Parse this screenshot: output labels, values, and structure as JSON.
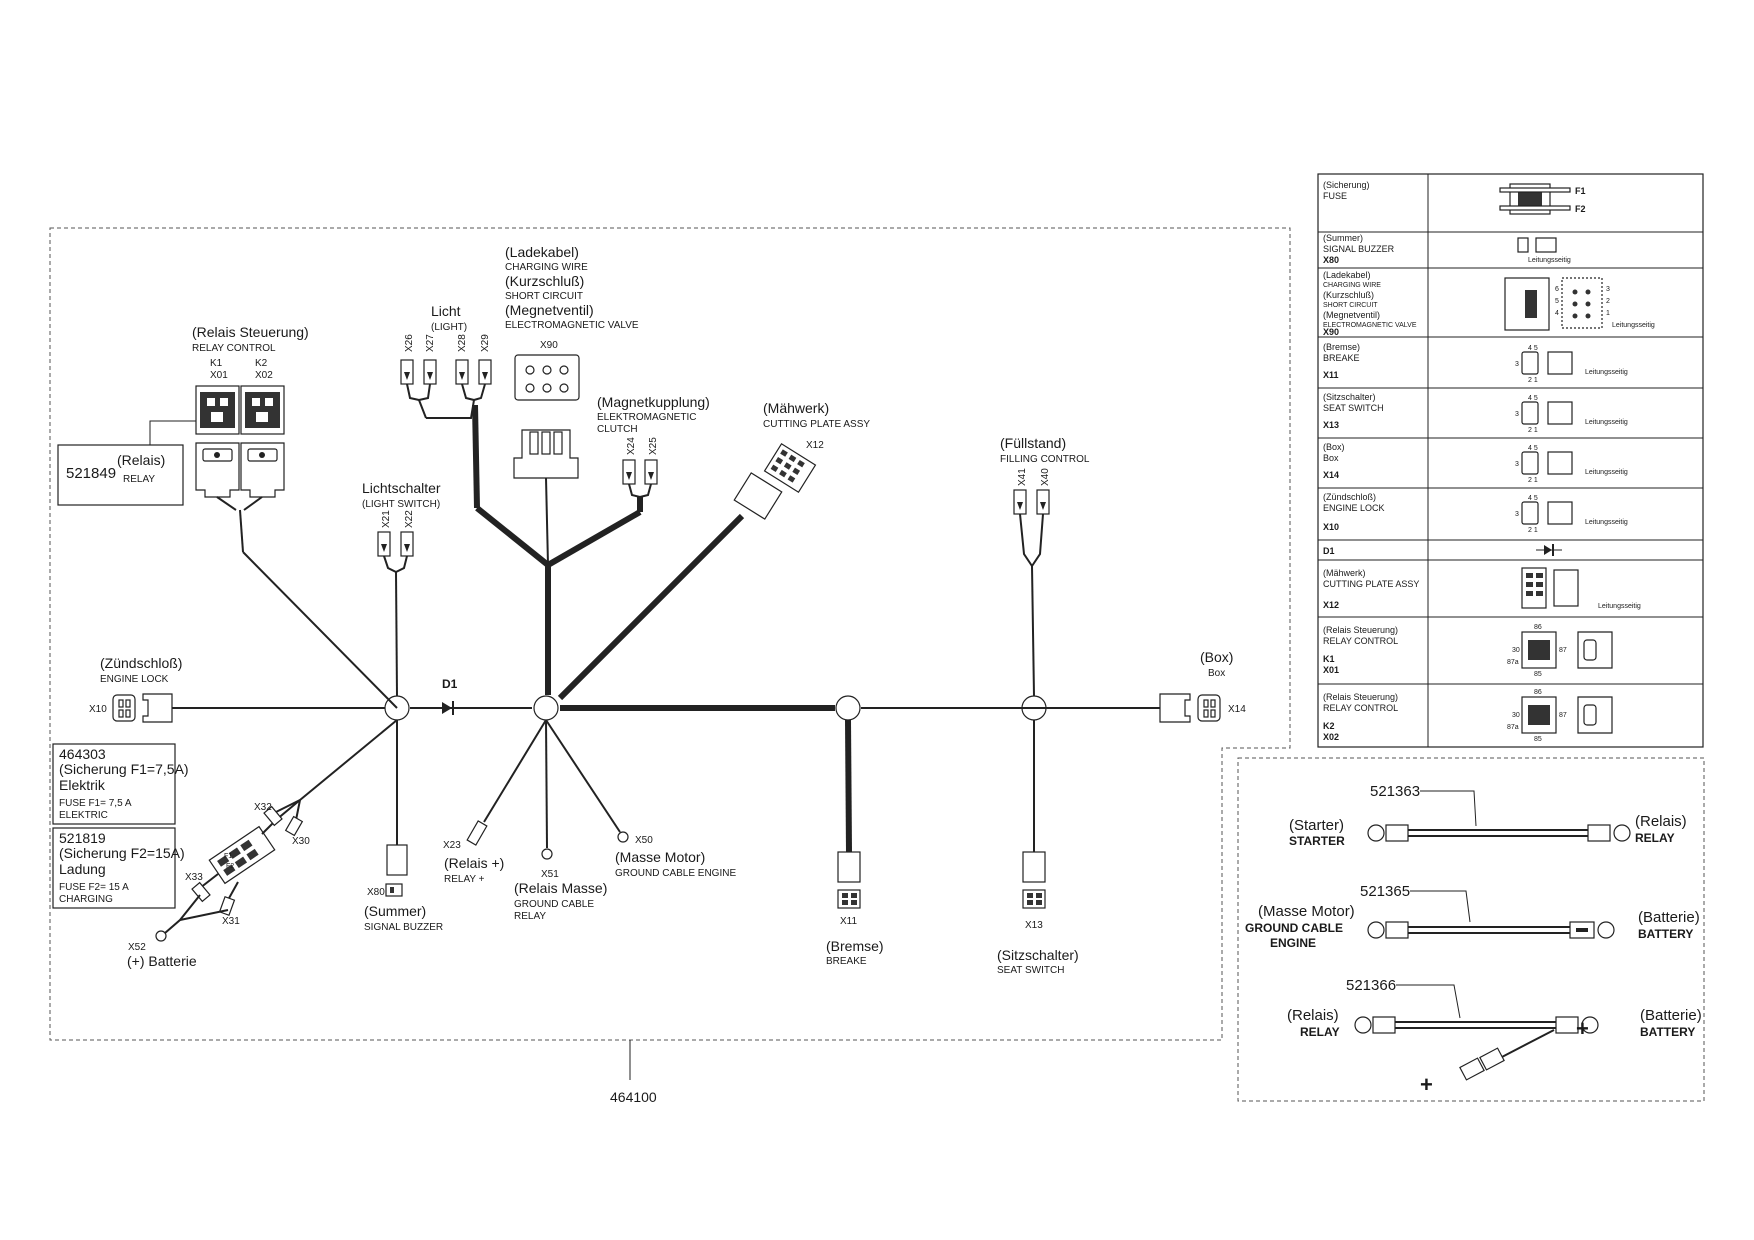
{
  "legend": [
    {
      "de": "(Sicherung)",
      "en": "FUSE",
      "code": "",
      "pins": [
        "F1",
        "F2"
      ]
    },
    {
      "de": "(Summer)",
      "en": "SIGNAL BUZZER",
      "code": "X80",
      "note": "Leitungsseitig"
    },
    {
      "de": "(Ladekabel)",
      "en": "CHARGING WIRE",
      "de2": "(Kurzschluß)",
      "en2": "SHORT CIRCUIT",
      "de3": "(Megnetventil)",
      "en3": "ELECTROMAGNETIC VALVE",
      "code": "X90",
      "note": "Leitungsseitig",
      "pins": [
        "6",
        "5",
        "4",
        "3",
        "2",
        "1"
      ]
    },
    {
      "de": "(Bremse)",
      "en": "BREAKE",
      "code": "X11",
      "note": "Leitungsseitig",
      "pins": [
        "4 5",
        "3",
        "2 1"
      ]
    },
    {
      "de": "(Sitzschalter)",
      "en": "SEAT SWITCH",
      "code": "X13",
      "note": "Leitungsseitig",
      "pins": [
        "4 5",
        "3",
        "2 1"
      ]
    },
    {
      "de": "(Box)",
      "en": "Box",
      "code": "X14",
      "note": "Leitungsseitig",
      "pins": [
        "4 5",
        "3",
        "2 1"
      ]
    },
    {
      "de": "(Zündschloß)",
      "en": "ENGINE LOCK",
      "code": "X10",
      "note": "Leitungsseitig",
      "pins": [
        "4 5",
        "3",
        "2 1"
      ]
    },
    {
      "de": "",
      "en": "",
      "code": "D1"
    },
    {
      "de": "(Mähwerk)",
      "en": "CUTTING PLATE ASSY",
      "code": "X12",
      "note": "Leitungsseitig"
    },
    {
      "de": "(Relais Steuerung)",
      "en": "RELAY CONTROL",
      "code": "K1",
      "code2": "X01",
      "pins": [
        "86",
        "30",
        "87",
        "87a",
        "85"
      ]
    },
    {
      "de": "(Relais Steuerung)",
      "en": "RELAY CONTROL",
      "code": "K2",
      "code2": "X02",
      "pins": [
        "86",
        "30",
        "87",
        "87a",
        "85"
      ]
    }
  ],
  "harness": {
    "part": "464100",
    "relay_control": {
      "de": "(Relais Steuerung)",
      "en": "RELAY CONTROL",
      "k1": "K1",
      "x01": "X01",
      "k2": "K2",
      "x02": "X02"
    },
    "relay_box": {
      "part": "521849",
      "de": "(Relais)",
      "en": "RELAY"
    },
    "light": {
      "de": "Licht",
      "en": "(LIGHT)",
      "x26": "X26",
      "x27": "X27",
      "x28": "X28",
      "x29": "X29"
    },
    "charging": {
      "de1": "(Ladekabel)",
      "en1": "CHARGING WIRE",
      "de2": "(Kurzschluß)",
      "en2": "SHORT CIRCUIT",
      "de3": "(Megnetventil)",
      "en3": "ELECTROMAGNETIC VALVE",
      "code": "X90"
    },
    "magnet_clutch": {
      "de": "(Magnetkupplung)",
      "en1": "ELEKTROMAGNETIC",
      "en2": "CLUTCH",
      "x24": "X24",
      "x25": "X25"
    },
    "cutting": {
      "de": "(Mähwerk)",
      "en": "CUTTING PLATE ASSY",
      "code": "X12"
    },
    "light_switch": {
      "de": "Lichtschalter",
      "en": "(LIGHT SWITCH)",
      "x21": "X21",
      "x22": "X22"
    },
    "filling": {
      "de": "(Füllstand)",
      "en": "FILLING CONTROL",
      "x41": "X41",
      "x40": "X40"
    },
    "ignition": {
      "de": "(Zündschloß)",
      "en": "ENGINE LOCK",
      "code": "X10"
    },
    "box": {
      "de": "(Box)",
      "en": "Box",
      "code": "X14"
    },
    "diode": {
      "code": "D1"
    },
    "fuse1": {
      "part": "464303",
      "de1": "(Sicherung F1=7,5A)",
      "de2": "Elektrik",
      "en1": "FUSE F1= 7,5 A",
      "en2": "ELEKTRIC"
    },
    "fuse2": {
      "part": "521819",
      "de1": "(Sicherung F2=15A)",
      "de2": "Ladung",
      "en1": "FUSE F2= 15 A",
      "en2": "CHARGING"
    },
    "fuse_connectors": {
      "x32": "X32",
      "x30": "X30",
      "x33": "X33",
      "x31": "X31",
      "x52": "X52",
      "battery": "(+) Batterie",
      "f1": "F1",
      "f2": "F2"
    },
    "summer": {
      "code": "X80",
      "de": "(Summer)",
      "en": "SIGNAL BUZZER"
    },
    "relay_plus": {
      "code": "X23",
      "de": "(Relais +)",
      "en": "RELAY +"
    },
    "relay_ground": {
      "code": "X51",
      "de": "(Relais Masse)",
      "en1": "GROUND CABLE",
      "en2": "RELAY"
    },
    "motor_ground": {
      "code": "X50",
      "de": "(Masse Motor)",
      "en": "GROUND CABLE ENGINE"
    },
    "brake": {
      "code": "X11",
      "de": "(Bremse)",
      "en": "BREAKE"
    },
    "seat": {
      "code": "X13",
      "de": "(Sitzschalter)",
      "en": "SEAT SWITCH"
    }
  },
  "cables": [
    {
      "part": "521363",
      "left_de": "(Starter)",
      "left_en": "STARTER",
      "right_de": "(Relais)",
      "right_en": "RELAY"
    },
    {
      "part": "521365",
      "left_de": "(Masse Motor)",
      "left_en": "GROUND CABLE",
      "left_en2": "ENGINE",
      "right_de": "(Batterie)",
      "right_en": "BATTERY"
    },
    {
      "part": "521366",
      "left_de": "(Relais)",
      "left_en": "RELAY",
      "right_de": "(Batterie)",
      "right_en": "BATTERY",
      "plus1": "+",
      "plus2": "+"
    }
  ]
}
